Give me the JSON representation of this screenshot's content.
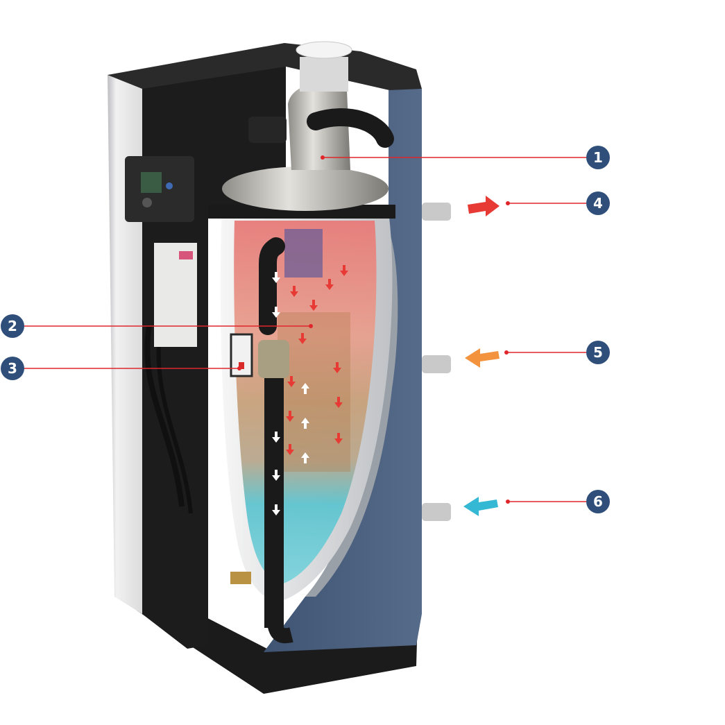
{
  "diagram": {
    "subject": "cutaway-water-heater",
    "colors": {
      "background": "#ffffff",
      "cabinet_front": "#ececec",
      "cabinet_dark": "#1a1a1a",
      "insulation_blue": "#4a5f7e",
      "tank_shell": "#d7d9dc",
      "water_hot": "#e87a78",
      "water_warm": "#c9a37e",
      "water_cold": "#5cc3cf",
      "callout_badge": "#2f4f7a",
      "leader_line": "#e0262b",
      "arrow_red": "#e83a34",
      "arrow_orange": "#f3933e",
      "arrow_cyan": "#34b8d3",
      "arrow_white": "#ffffff"
    },
    "callouts": [
      {
        "number": "1",
        "icon": "none"
      },
      {
        "number": "2",
        "icon": "none"
      },
      {
        "number": "3",
        "icon": "none"
      },
      {
        "number": "4",
        "icon": "red-outlet-arrow-icon"
      },
      {
        "number": "5",
        "icon": "orange-inlet-arrow-icon"
      },
      {
        "number": "6",
        "icon": "cyan-inlet-arrow-icon"
      }
    ]
  }
}
